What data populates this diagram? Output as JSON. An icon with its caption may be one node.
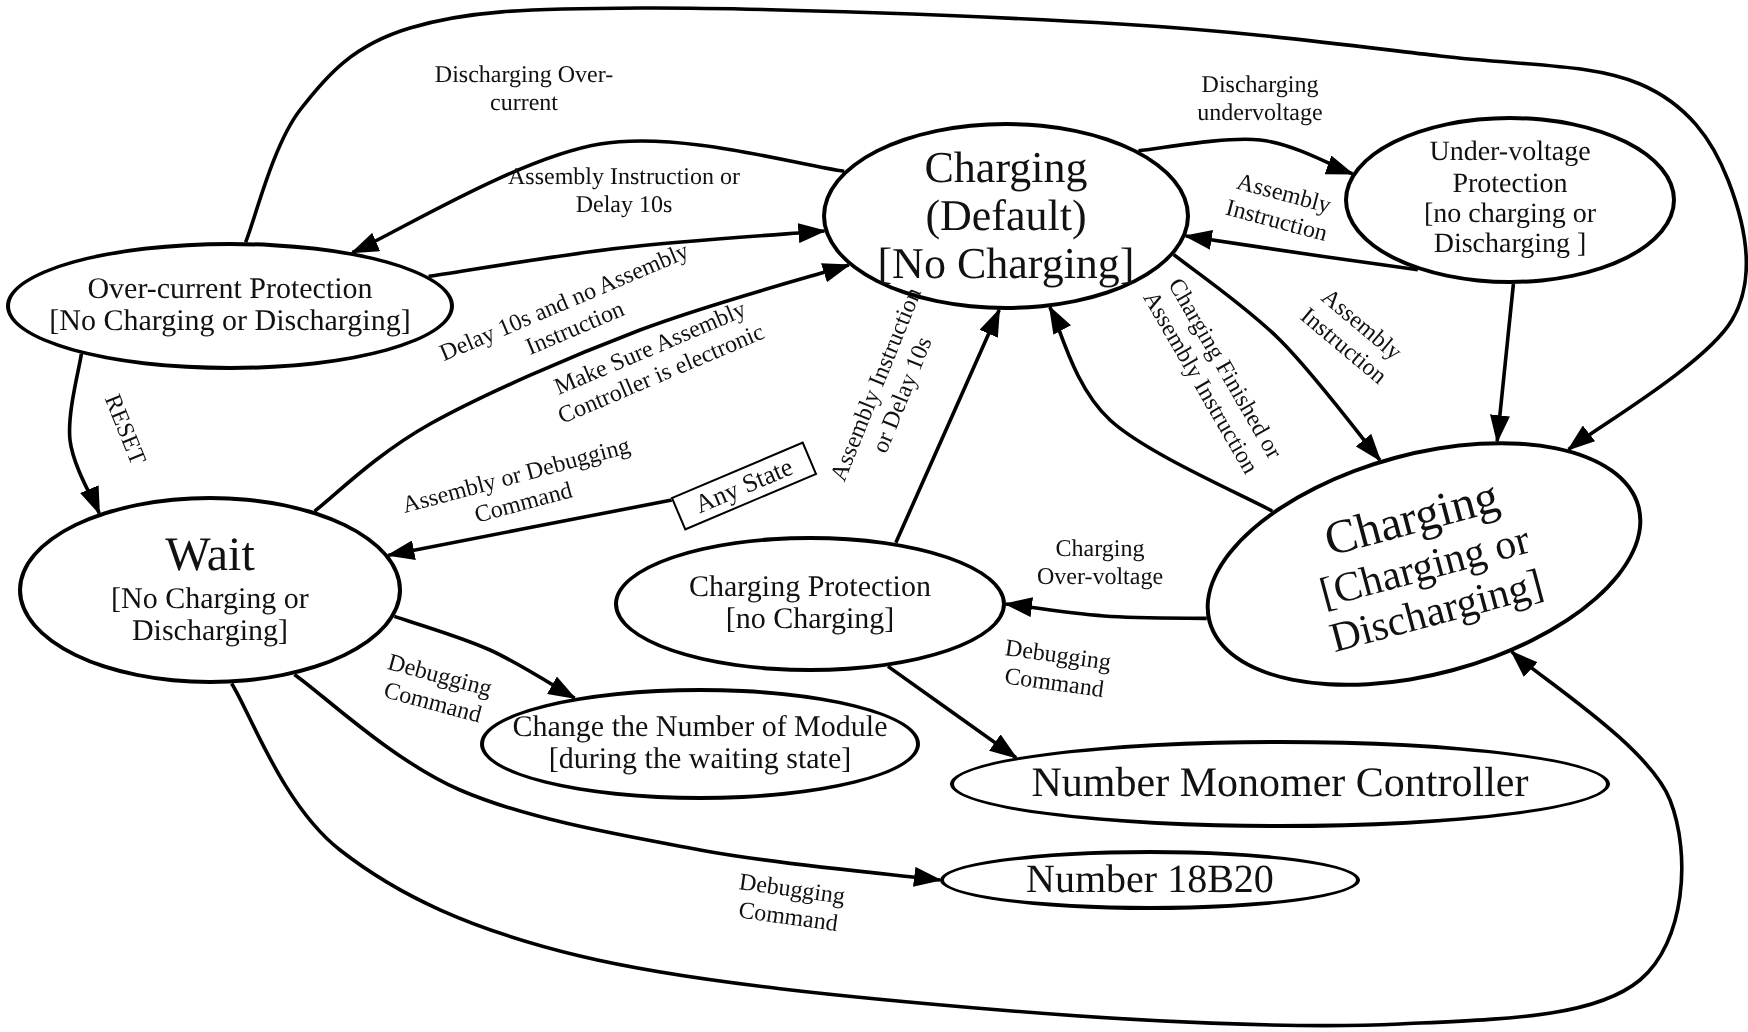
{
  "diagram": {
    "nodes": [
      {
        "text": [
          "Over-current Protection",
          "[No Charging or Discharging]"
        ]
      },
      {
        "text": [
          "Charging",
          "(Default)",
          "[No Charging]"
        ]
      },
      {
        "text": [
          "Under-voltage Protection",
          "[no charging or Discharging ]"
        ]
      },
      {
        "text": [
          "Wait",
          "[No Charging or Discharging]"
        ]
      },
      {
        "text": [
          "Any State"
        ]
      },
      {
        "text": [
          "Charging Protection",
          "[no Charging]"
        ]
      },
      {
        "text": [
          "Charging",
          "[Charging or Discharging]"
        ]
      },
      {
        "text": [
          "Change the Number of Module",
          "[during the waiting state]"
        ]
      },
      {
        "text": [
          "Number Monomer Controller"
        ]
      },
      {
        "text": [
          "Number 18B20"
        ]
      }
    ],
    "edges": [
      {
        "from": 1,
        "to": 0,
        "arrow": "to",
        "label": "Discharging Over-current"
      },
      {
        "from": 0,
        "to": 6,
        "arrow": "to"
      },
      {
        "from": 0,
        "to": 1,
        "arrow": "to",
        "label": "Assembly Instruction or Delay 10s"
      },
      {
        "from": 0,
        "to": 3,
        "arrow": "to",
        "label": "RESET"
      },
      {
        "from": 3,
        "to": 1,
        "arrow": "to",
        "label": "Delay 10s and no Assembly Instruction"
      },
      {
        "from": 4,
        "to": 3,
        "arrow": "to",
        "label": "Assembly or Debugging Command"
      },
      {
        "from": 5,
        "to": 1,
        "arrow": "to",
        "label": "Assembly Instruction or Delay 10s"
      },
      {
        "from": 6,
        "to": 1,
        "arrow": "to",
        "label": "Charging Finished or Assembly Instruction"
      },
      {
        "from": 1,
        "to": 6,
        "arrow": "to",
        "label": "Assembly Instruction"
      },
      {
        "from": 1,
        "to": 2,
        "arrow": "to",
        "label": "Discharging undervoltage"
      },
      {
        "from": 2,
        "to": 1,
        "arrow": "to",
        "label": "Assembly Instruction"
      },
      {
        "from": 2,
        "to": 6,
        "arrow": "to"
      },
      {
        "from": 6,
        "to": 5,
        "arrow": "to",
        "label": "Charging Over-voltage"
      },
      {
        "from": 3,
        "to": 7,
        "arrow": "to",
        "label": "Debugging Command"
      },
      {
        "from": 5,
        "to": 8,
        "arrow": "to",
        "label": "Debugging Command"
      },
      {
        "from": 3,
        "to": 9,
        "arrow": "to",
        "label": "Debugging Command"
      },
      {
        "from": 3,
        "to": 6,
        "arrow": "to"
      }
    ],
    "labels": [
      "Make Sure Assembly Controller is electronic"
    ]
  }
}
